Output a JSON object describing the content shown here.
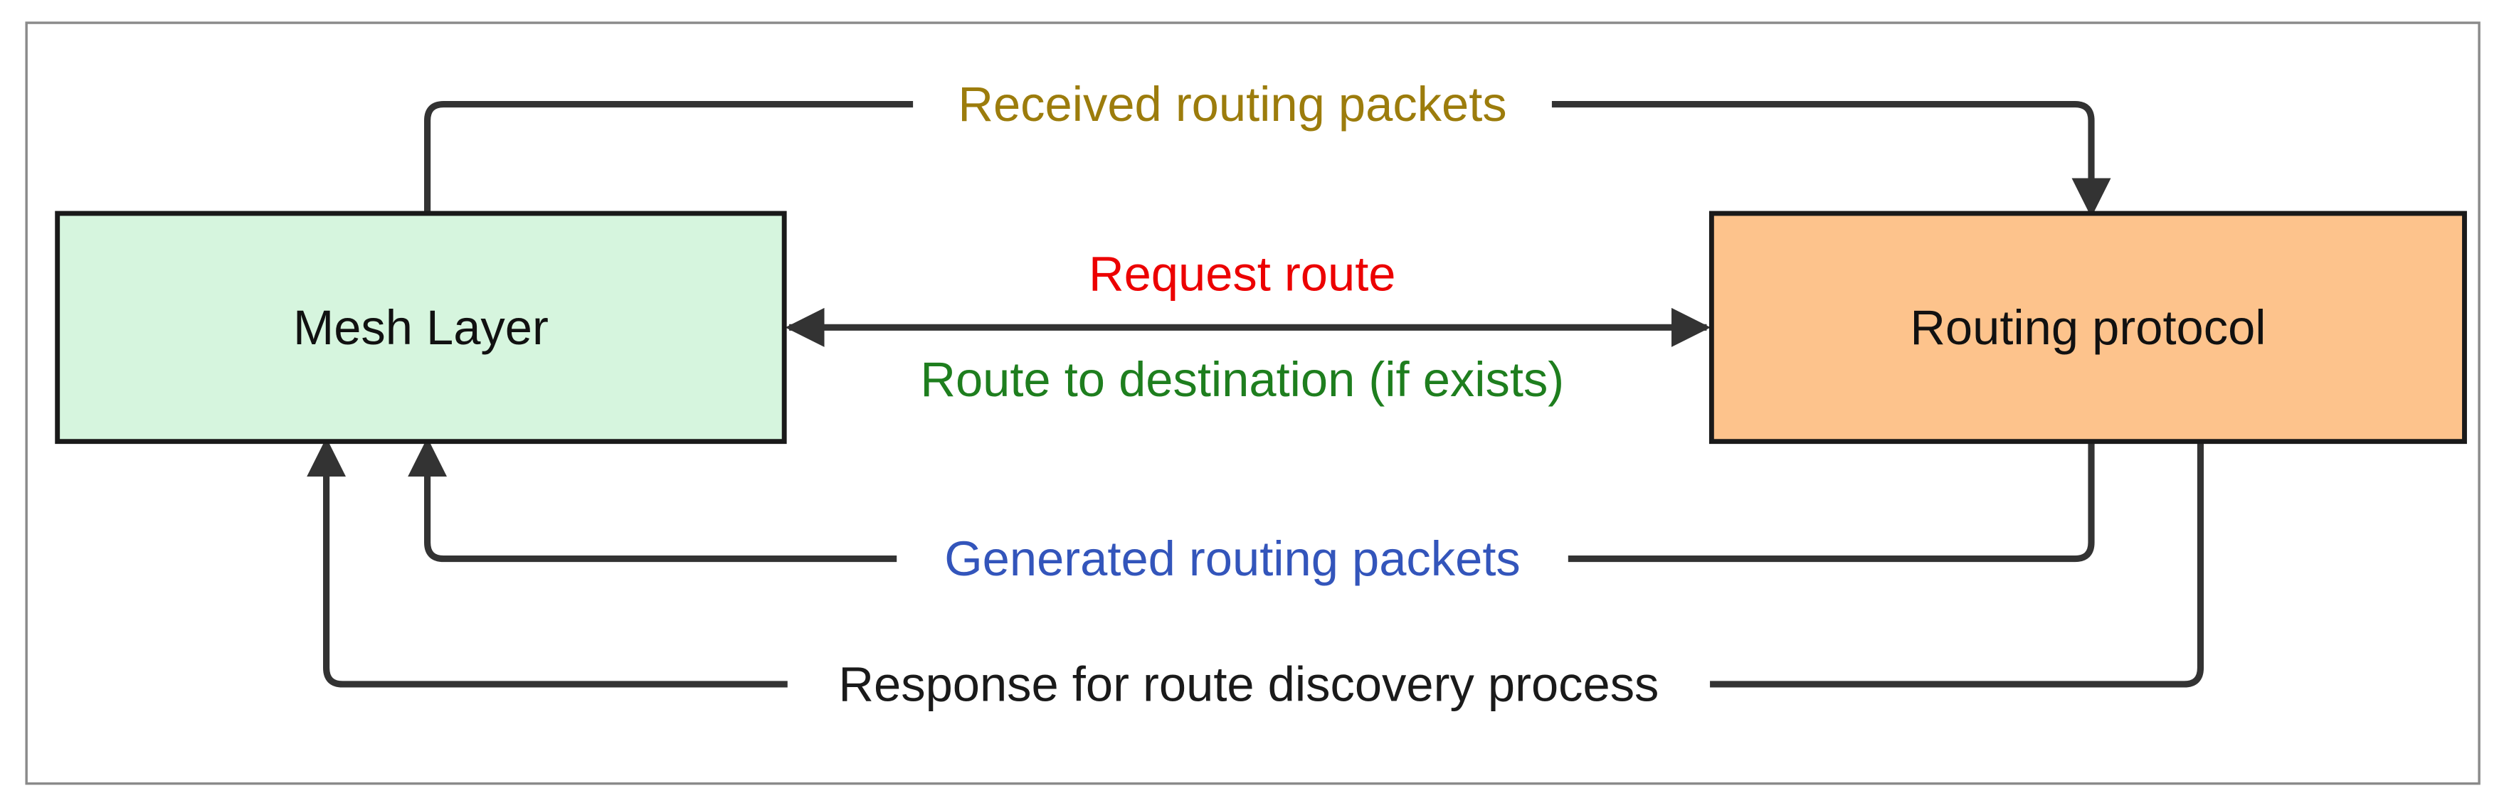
{
  "diagram": {
    "title": "Mesh layer and routing protocol interaction diagram",
    "line_color": "#333333",
    "border_color": "#8a8a8a",
    "background": "#ffffff",
    "nodes": {
      "mesh_layer": {
        "label": "Mesh Layer",
        "fill": "#d6f5de",
        "stroke": "#1a1a1a"
      },
      "routing_protocol": {
        "label": "Routing protocol",
        "fill": "#fdc38c",
        "stroke": "#1a1a1a"
      }
    },
    "edges": {
      "received": {
        "label": "Received routing packets",
        "color": "#9c7c0c",
        "from": "Mesh Layer",
        "to": "Routing protocol"
      },
      "request": {
        "label": "Request route",
        "color": "#ec0000",
        "from": "Mesh Layer",
        "to": "Routing protocol"
      },
      "route_to_destination": {
        "label": "Route to destination (if exists)",
        "color": "#1e7e1e",
        "from": "Routing protocol",
        "to": "Mesh Layer"
      },
      "generated": {
        "label": "Generated routing packets",
        "color": "#3355bb",
        "from": "Routing protocol",
        "to": "Mesh Layer"
      },
      "response": {
        "label": "Response for route discovery process",
        "color": "#1a1a1a",
        "from": "Routing protocol",
        "to": "Mesh Layer"
      }
    }
  }
}
